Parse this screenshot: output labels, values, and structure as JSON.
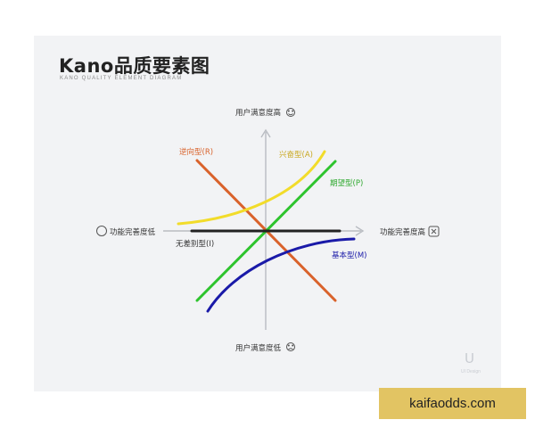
{
  "title": "Kano品质要素图",
  "subtitle": "KANO QUALITY ELEMENT DIAGRAM",
  "axes": {
    "top": "用户满意度高",
    "bottom": "用户满意度低",
    "left": "功能完善度低",
    "right": "功能完善度高"
  },
  "curves": [
    {
      "id": "reverse",
      "label": "逆向型(R)",
      "color": "#d9622b"
    },
    {
      "id": "attractive",
      "label": "兴奋型(A)",
      "color": "#f2dc2a"
    },
    {
      "id": "performance",
      "label": "期望型(P)",
      "color": "#2ec42e"
    },
    {
      "id": "indifferent",
      "label": "无差别型(I)",
      "color": "#222222"
    },
    {
      "id": "must_be",
      "label": "基本型(M)",
      "color": "#1a1aa8"
    }
  ],
  "icons": {
    "top_face": "smile-face-icon",
    "bottom_face": "sad-face-icon",
    "left": "empty-circle-icon",
    "right": "full-frame-icon"
  },
  "watermark": {
    "logo": "U",
    "text": "UI Design"
  },
  "site_badge": "kaifaodds.com"
}
